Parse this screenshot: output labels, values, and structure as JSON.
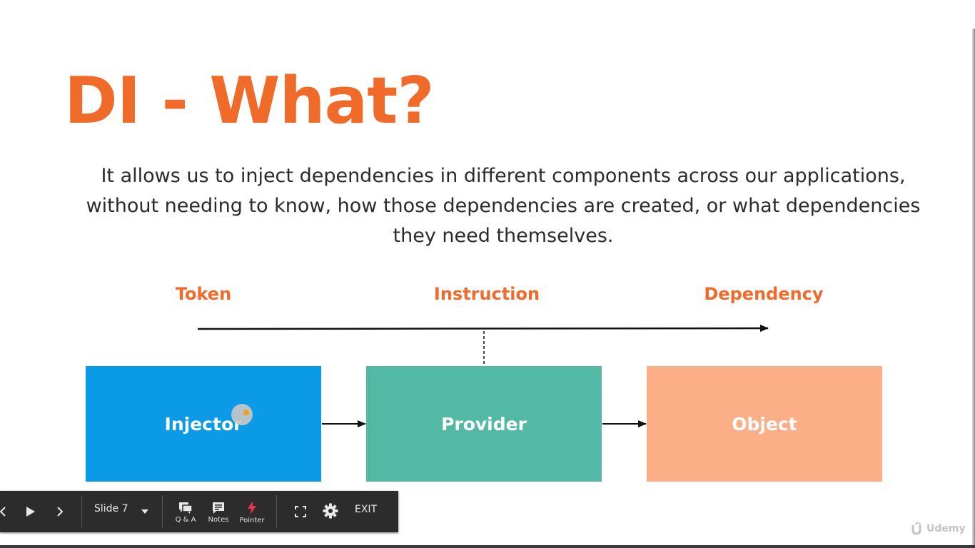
{
  "slide": {
    "title": "DI - What?",
    "description_lines": [
      "It allows us to inject dependencies in different components across our applications,",
      "without needing to know, how those dependencies are created, or what dependencies",
      "they need themselves."
    ],
    "labels": [
      "Token",
      "Instruction",
      "Dependency"
    ],
    "boxes": [
      "Injector",
      "Provider",
      "Object"
    ],
    "colors": {
      "accent": "#f06a2a",
      "injector": "#0a9ae6",
      "provider": "#53b9a5",
      "object": "#fcae87"
    }
  },
  "toolbar": {
    "slide_label": "Slide 7",
    "qa_label": "Q & A",
    "notes_label": "Notes",
    "pointer_label": "Pointer",
    "exit_label": "EXIT"
  },
  "watermark": {
    "brand": "Udemy"
  }
}
